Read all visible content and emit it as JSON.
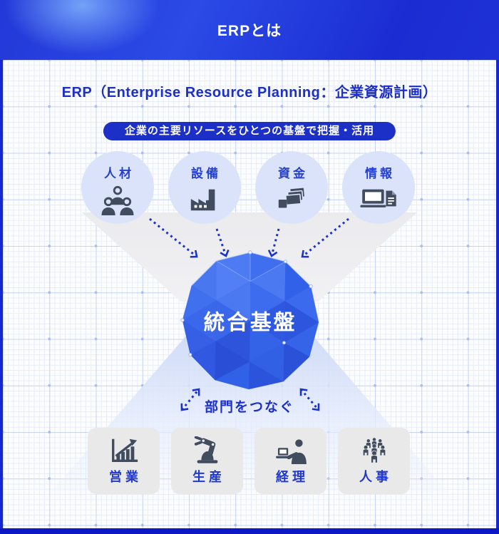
{
  "page": {
    "header_title": "ERPとは",
    "title": "ERP（Enterprise Resource Planning：企業資源計画）",
    "banner": "企業の主要リソースをひとつの基盤で把握・活用",
    "core_label": "統合基盤",
    "connect_label": "部門をつなぐ"
  },
  "resources": [
    {
      "label": "人材",
      "icon": "people-group-icon"
    },
    {
      "label": "設備",
      "icon": "factory-icon"
    },
    {
      "label": "資金",
      "icon": "money-stack-icon"
    },
    {
      "label": "情報",
      "icon": "laptop-document-icon"
    }
  ],
  "departments": [
    {
      "label": "営業",
      "icon": "sales-chart-icon"
    },
    {
      "label": "生産",
      "icon": "robot-arm-icon"
    },
    {
      "label": "経理",
      "icon": "accounting-person-icon"
    },
    {
      "label": "人事",
      "icon": "hr-people-icon"
    }
  ],
  "colors": {
    "primary_blue": "#1c2fc6",
    "header_blue_light": "#4a82f4",
    "circle_bg": "#dbe3fa",
    "sphere_blue": "#2e57e0",
    "square_bg": "#e9e9ea",
    "icon_color": "#414c5f",
    "label_blue": "#2440d4",
    "arrow_blue": "#1c32cc"
  }
}
